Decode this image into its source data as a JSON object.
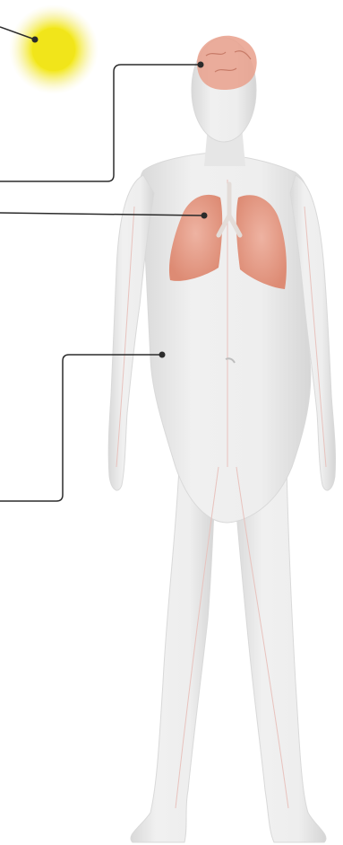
{
  "figure": {
    "subject": "human-body-anatomy",
    "organs_highlighted": [
      "brain",
      "lungs"
    ],
    "callouts": [
      {
        "id": "sun",
        "target": "sun"
      },
      {
        "id": "brain",
        "target": "brain"
      },
      {
        "id": "lungs",
        "target": "lungs"
      },
      {
        "id": "abdomen",
        "target": "abdomen"
      }
    ]
  },
  "colors": {
    "background": "#ffffff",
    "body": "#ececec",
    "body_shade": "#d6d6d6",
    "organ": "#e9a08c",
    "vessel": "#e8b7b0",
    "callout_line": "#2b2b2b",
    "sun": "#f3e81f",
    "sun_glow": "#f7f19a"
  }
}
